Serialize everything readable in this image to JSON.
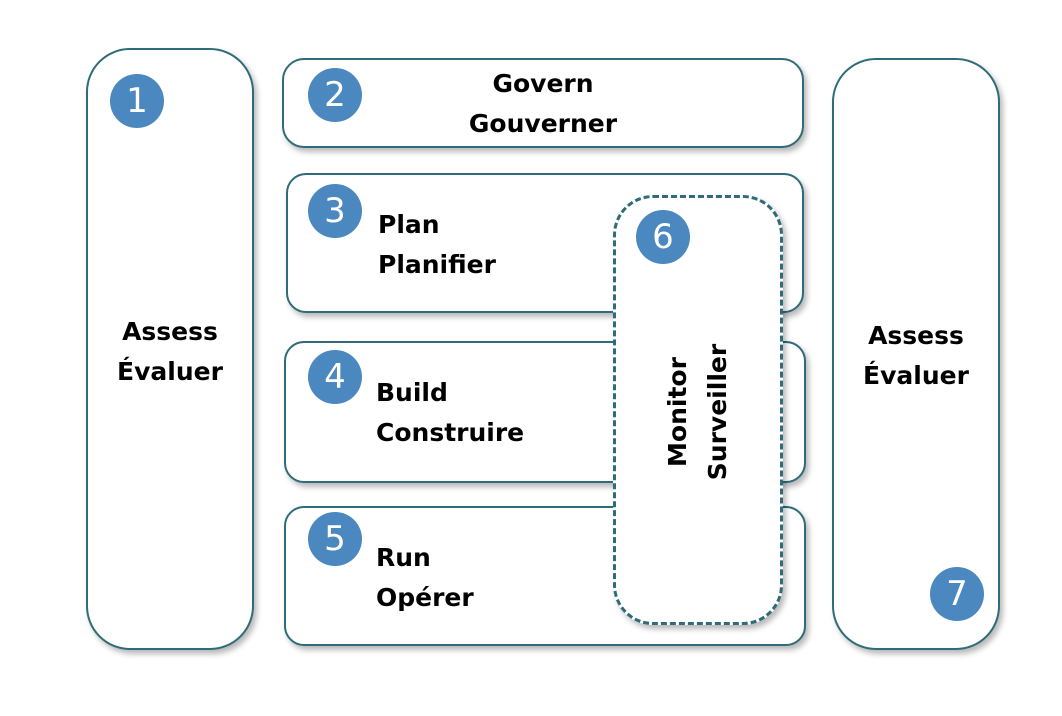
{
  "colors": {
    "border": "#2f6b78",
    "badge_fill": "#4b88c0",
    "badge_text": "#ffffff",
    "text": "#000000"
  },
  "assess_left": {
    "number": "1",
    "line1": "Assess",
    "line2": "Évaluer"
  },
  "govern": {
    "number": "2",
    "line1": "Govern",
    "line2": "Gouverner"
  },
  "plan": {
    "number": "3",
    "line1": "Plan",
    "line2": "Planifier"
  },
  "build": {
    "number": "4",
    "line1": "Build",
    "line2": "Construire"
  },
  "run": {
    "number": "5",
    "line1": "Run",
    "line2": "Opérer"
  },
  "monitor": {
    "number": "6",
    "line1": "Monitor",
    "line2": "Surveiller"
  },
  "assess_right": {
    "number": "7",
    "line1": "Assess",
    "line2": "Évaluer"
  }
}
